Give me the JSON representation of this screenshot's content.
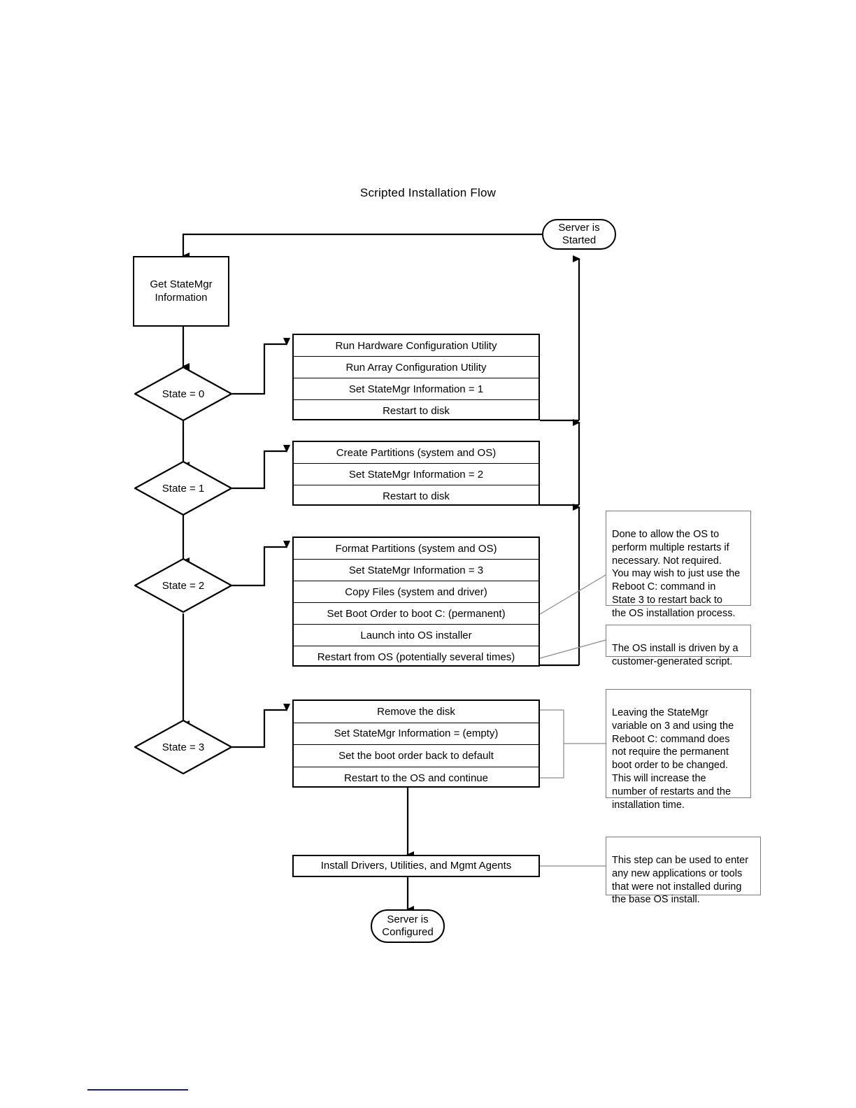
{
  "diagram": {
    "title": "Scripted Installation Flow",
    "start_node": "Server is\nStarted",
    "end_node": "Server is\nConfigured",
    "get_state_node": "Get StateMgr\nInformation",
    "install_node": "Install Drivers, Utilities, and Mgmt Agents"
  },
  "decisions": [
    {
      "label": "State = 0"
    },
    {
      "label": "State = 1"
    },
    {
      "label": "State = 2"
    },
    {
      "label": "State = 3"
    }
  ],
  "state0_steps": [
    "Run Hardware Configuration Utility",
    "Run Array Configuration Utility",
    "Set StateMgr Information = 1",
    "Restart to disk"
  ],
  "state1_steps": [
    "Create Partitions (system and OS)",
    "Set StateMgr Information = 2",
    "Restart to disk"
  ],
  "state2_steps": [
    "Format Partitions (system and OS)",
    "Set StateMgr Information = 3",
    "Copy Files (system and driver)",
    "Set Boot Order to boot C: (permanent)",
    "Launch into OS installer",
    "Restart from OS (potentially several times)"
  ],
  "state3_steps": [
    "Remove the disk",
    "Set StateMgr Information = (empty)",
    "Set the boot order back to default",
    "Restart to the OS and continue"
  ],
  "notes": [
    {
      "id": "note-boot-order",
      "text": "Done to allow the OS to\nperform multiple restarts if\nnecessary. Not required.\nYou may wish to just use the\nReboot C: command in\nState 3 to restart back to\nthe OS installation process."
    },
    {
      "id": "note-os-install",
      "text": "The OS install is driven by a\ncustomer-generated script."
    },
    {
      "id": "note-statemgr-3",
      "text": "Leaving the StateMgr\nvariable on 3 and using the\nReboot C: command does\nnot require the permanent\nboot order to be changed.\nThis will increase the\nnumber of restarts and the\ninstallation time."
    },
    {
      "id": "note-install-step",
      "text": "This step can be used to enter\nany new applications or tools\nthat were not installed during\nthe base OS install."
    }
  ],
  "colors": {
    "stroke": "#000000",
    "note_stroke": "#7a7a7a",
    "footer_rule": "#1b1b7a",
    "background": "#ffffff"
  }
}
